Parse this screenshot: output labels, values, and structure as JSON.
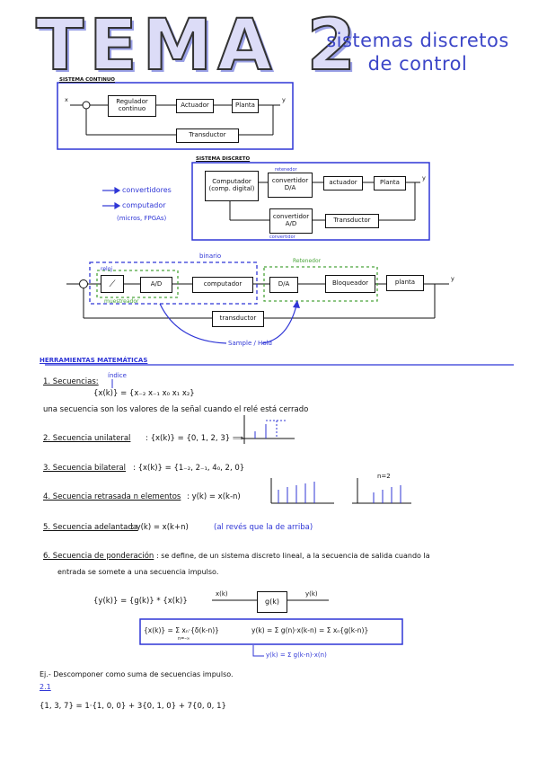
{
  "header": {
    "title": "TEMA 2",
    "subtitle_line1": "sistemas discretos",
    "subtitle_line2": "de control"
  },
  "diagram1": {
    "section_label": "SISTEMA CONTINUO",
    "input": "x",
    "output": "y",
    "blocks": [
      "Regulador continuo",
      "Actuador",
      "Planta",
      "Transductor"
    ]
  },
  "diagram2": {
    "section_label": "SISTEMA DISCRETO",
    "blocks": [
      "Computador (comp. digital)",
      "convertidor D/A",
      "actuador",
      "Planta",
      "convertidor A/D",
      "Transductor"
    ],
    "top_note": "retenedor",
    "bottom_note": "convertidor",
    "output": "y",
    "legend": [
      "convertidores",
      "computador",
      "(micros, FPGAs)"
    ]
  },
  "diagram3": {
    "top_label": "binario",
    "green_label": "Retenedor",
    "reloj": "reloj",
    "muestreador": "muestreador",
    "blocks": [
      "A/D",
      "computador",
      "D/A",
      "Bloqueador",
      "planta",
      "transductor"
    ],
    "output": "y",
    "sample_hold": "Sample / Hold"
  },
  "section2": {
    "heading": "HERRAMIENTAS MATEMÁTICAS",
    "item1_label": "1. Secuencias:",
    "item1_note": "índice",
    "item1_formula": "{x(k)} = {x₋₂  x₋₁  x₀  x₁  x₂}",
    "item1_desc": "una secuencia son los valores de la señal cuando el relé está cerrado",
    "item2_label": "2. Secuencia unilateral",
    "item2_formula": ": {x(k)} = {0, 1, 2, 3} ⟹",
    "item3_label": "3. Secuencia bilateral",
    "item3_formula": ": {x(k)} = {1₋₂, 2₋₁, 4₀, 2, 0}",
    "item4_label": "4. Secuencia retrasada n elementos",
    "item4_formula": ": y(k) = x(k-n)",
    "item4_note": "n=2",
    "item5_label": "5. Secuencia adelantada",
    "item5_formula": ": y(k) = x(k+n)",
    "item5_note": "(al revés que la de arriba)",
    "item6_label": "6. Secuencia de ponderación",
    "item6_text1": ": se define, de un sistema discreto lineal, a la secuencia de salida cuando la",
    "item6_text2": "entrada se somete a una secuencia impulso.",
    "eq_left": "{y(k)} = {g(k)} * {x(k)}",
    "block_in": "x(k)",
    "block": "g(k)",
    "block_out": "y(k)",
    "boxed_1": "{x(k)} = Σ xₙ·{δ(k-n)}",
    "boxed_2": "y(k) = Σ g(n)·x(k-n) = Σ xₙ{g(k-n)}",
    "boxed_3": "y(k) = Σ g(k-n)·x(n)",
    "sum_lims": "n=-∞",
    "ex_label": "Ej.- Descomponer como suma de secuencias impulso.",
    "ex_num": "2.1",
    "ex_formula": "{1, 3, 7} = 1·{1, 0, 0} + 3{0, 1, 0} + 7{0, 0, 1}"
  }
}
